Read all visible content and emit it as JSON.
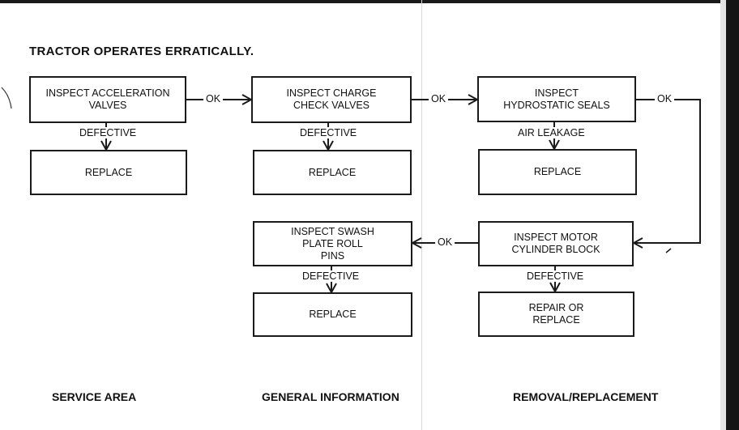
{
  "title": "TRACTOR OPERATES ERRATICALLY.",
  "nodes": {
    "accel": "INSPECT ACCELERATION\nVALVES",
    "accel_replace": "REPLACE",
    "charge": "INSPECT CHARGE\nCHECK VALVES",
    "charge_replace": "REPLACE",
    "seals": "INSPECT\nHYDROSTATIC SEALS",
    "seals_replace": "REPLACE",
    "motor": "INSPECT MOTOR\nCYLINDER BLOCK",
    "motor_repair": "REPAIR OR\nREPLACE",
    "swash": "INSPECT SWASH\nPLATE ROLL\nPINS",
    "swash_replace": "REPLACE"
  },
  "edge_labels": {
    "ok": "OK",
    "defective": "DEFECTIVE",
    "air_leakage": "AIR LEAKAGE"
  },
  "footer": {
    "service_area": "SERVICE AREA",
    "general_information": "GENERAL INFORMATION",
    "removal_replacement": "REMOVAL/REPLACEMENT"
  }
}
